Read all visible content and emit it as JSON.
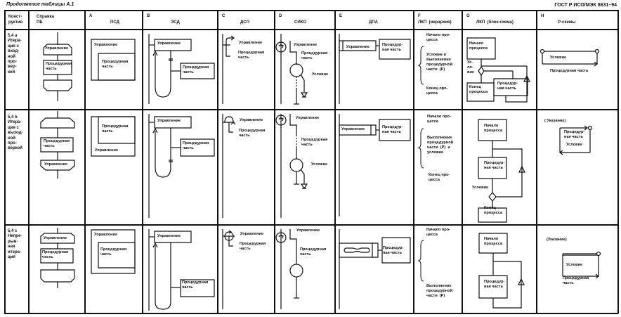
{
  "page": {
    "caption": "Продолжение таблицы А.1",
    "standard": "ГОСТ Р ИСО/МЭК 8631–94"
  },
  "columns": [
    {
      "letter": "",
      "name": "Конст-\nруктив"
    },
    {
      "letter": "",
      "name": "Справка\nПБ"
    },
    {
      "letter": "A",
      "name": "ПСД"
    },
    {
      "letter": "B",
      "name": "ЭСД"
    },
    {
      "letter": "C",
      "name": "ДСП"
    },
    {
      "letter": "D",
      "name": "СИКО"
    },
    {
      "letter": "E",
      "name": "ДПА"
    },
    {
      "letter": "F",
      "name": "ЛКП  (иерархия)"
    },
    {
      "letter": "G",
      "name": "ЛКП  (блок-схема)"
    },
    {
      "letter": "H",
      "name": "Р-схемы"
    }
  ],
  "rows": [
    {
      "label": [
        "5,4 a",
        "Итера-",
        "ция с",
        "вход-",
        "ной",
        "про-",
        "вер-",
        "кой"
      ],
      "pb": {
        "top": "Управление",
        "mid": "Процедурная\nчасть"
      },
      "psd": {
        "outer": "Управление",
        "inner": "Процедурная\nчасть"
      },
      "esd": {
        "ctrl": "Управление",
        "proc": "Процедурная\nчасть"
      },
      "dsp": {
        "ctrl": "Управление",
        "proc": "Процедурная\nчасть"
      },
      "siko": {
        "ctrl": "Управление",
        "proc": "Процедурная\nчасть",
        "cond": "Условие"
      },
      "dpa": {
        "ctrl": "Управление",
        "proc": "Процедур-\nная часть"
      },
      "lkp_h": {
        "start": "Начало про-\nцесса",
        "body": "Условие и\nвыполнение\nпроцедурной\nчасти  (Р)",
        "end": "Конец про-\nцесса"
      },
      "lkp_b": {
        "start": "Начало\nпроцесса",
        "cond": "Ус-\nло-\nвие",
        "end": "Конец\nпроцесса",
        "proc": "Процедур-\nная часть"
      },
      "r": {
        "cond": "Условие",
        "proc": "Процедурная часть"
      }
    },
    {
      "label": [
        "5,4 b",
        "Итера-",
        "ция с",
        "выход-",
        "ной",
        "про-",
        "веркой"
      ],
      "pb": {
        "mid": "Процедурная\nчасть",
        "bottom": "Управление"
      },
      "psd": {
        "inner": "Процедурная\nчасть",
        "outer": "Управление"
      },
      "esd": {
        "ctrl": "Управление",
        "proc": "Процедурная\nчасть"
      },
      "dsp": {
        "ctrl": "Управление",
        "proc": "Процедурная\nчасть"
      },
      "siko": {
        "ctrl": "Управление",
        "proc": "Процедурная\nчасть",
        "cond": "Условие"
      },
      "dpa": {
        "ctrl": "Управление",
        "proc": "Процедур-\nная часть"
      },
      "lkp_h": {
        "start": "Начало про-\nцесса",
        "body": "Выполнение\nпроцедурной\nчасти  (Р)  и\nусловие",
        "end": "Конец про-\nцесса"
      },
      "lkp_b": {
        "start": "Начало\nпроцесса",
        "proc": "Процедур-\nная часть",
        "cond": "Условие",
        "end": "Конец\nпроцесса"
      },
      "r": {
        "note": "( Указание)",
        "proc": "Процедур-\nная часть",
        "cond": "Условие"
      }
    },
    {
      "label": [
        "5,4 c",
        "Непре-",
        "рыв-",
        "ная",
        "итера-",
        "ция"
      ],
      "pb": {
        "top": "Управление",
        "mid": "Процедурная\nчасть"
      },
      "psd": {
        "outer": "Управление",
        "inner": "Процедурная\nчасть"
      },
      "esd": {
        "ctrl": "Управление",
        "proc": "Процедурная\nчасть"
      },
      "dsp": {
        "ctrl": "Управление",
        "proc": "Процедурная\nчасть"
      },
      "siko": {
        "ctrl": "Управление",
        "proc": "Процедурная\nчасть"
      },
      "dpa": {
        "proc": "Процедур-\nная часть"
      },
      "lkp_h": {
        "start": "Начало про-\nцесса",
        "body": "Выполнение\nпроцедурной\nчасти  (Р)"
      },
      "lkp_b": {
        "start": "Начало\nпроцесса",
        "proc": "Процедур-\nная часть"
      },
      "r": {
        "note": "(Указание)",
        "cond": "Условие",
        "proc": "Процедурная\nчасть"
      }
    }
  ]
}
